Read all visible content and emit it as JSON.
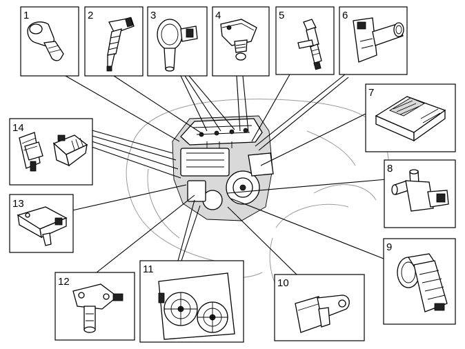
{
  "callouts": [
    {
      "id": "component-1",
      "label": "1"
    },
    {
      "id": "component-2",
      "label": "2"
    },
    {
      "id": "component-3",
      "label": "3"
    },
    {
      "id": "component-4",
      "label": "4"
    },
    {
      "id": "component-5",
      "label": "5"
    },
    {
      "id": "component-6",
      "label": "6"
    },
    {
      "id": "component-7",
      "label": "7"
    },
    {
      "id": "component-8",
      "label": "8"
    },
    {
      "id": "component-9",
      "label": "9"
    },
    {
      "id": "component-10",
      "label": "10"
    },
    {
      "id": "component-11",
      "label": "11"
    },
    {
      "id": "component-12",
      "label": "12"
    },
    {
      "id": "component-13",
      "label": "13"
    },
    {
      "id": "component-14",
      "label": "14"
    }
  ],
  "colors": {
    "ink": "#000000",
    "background": "#ffffff",
    "vehicle_outline": "#9a9a9a"
  }
}
